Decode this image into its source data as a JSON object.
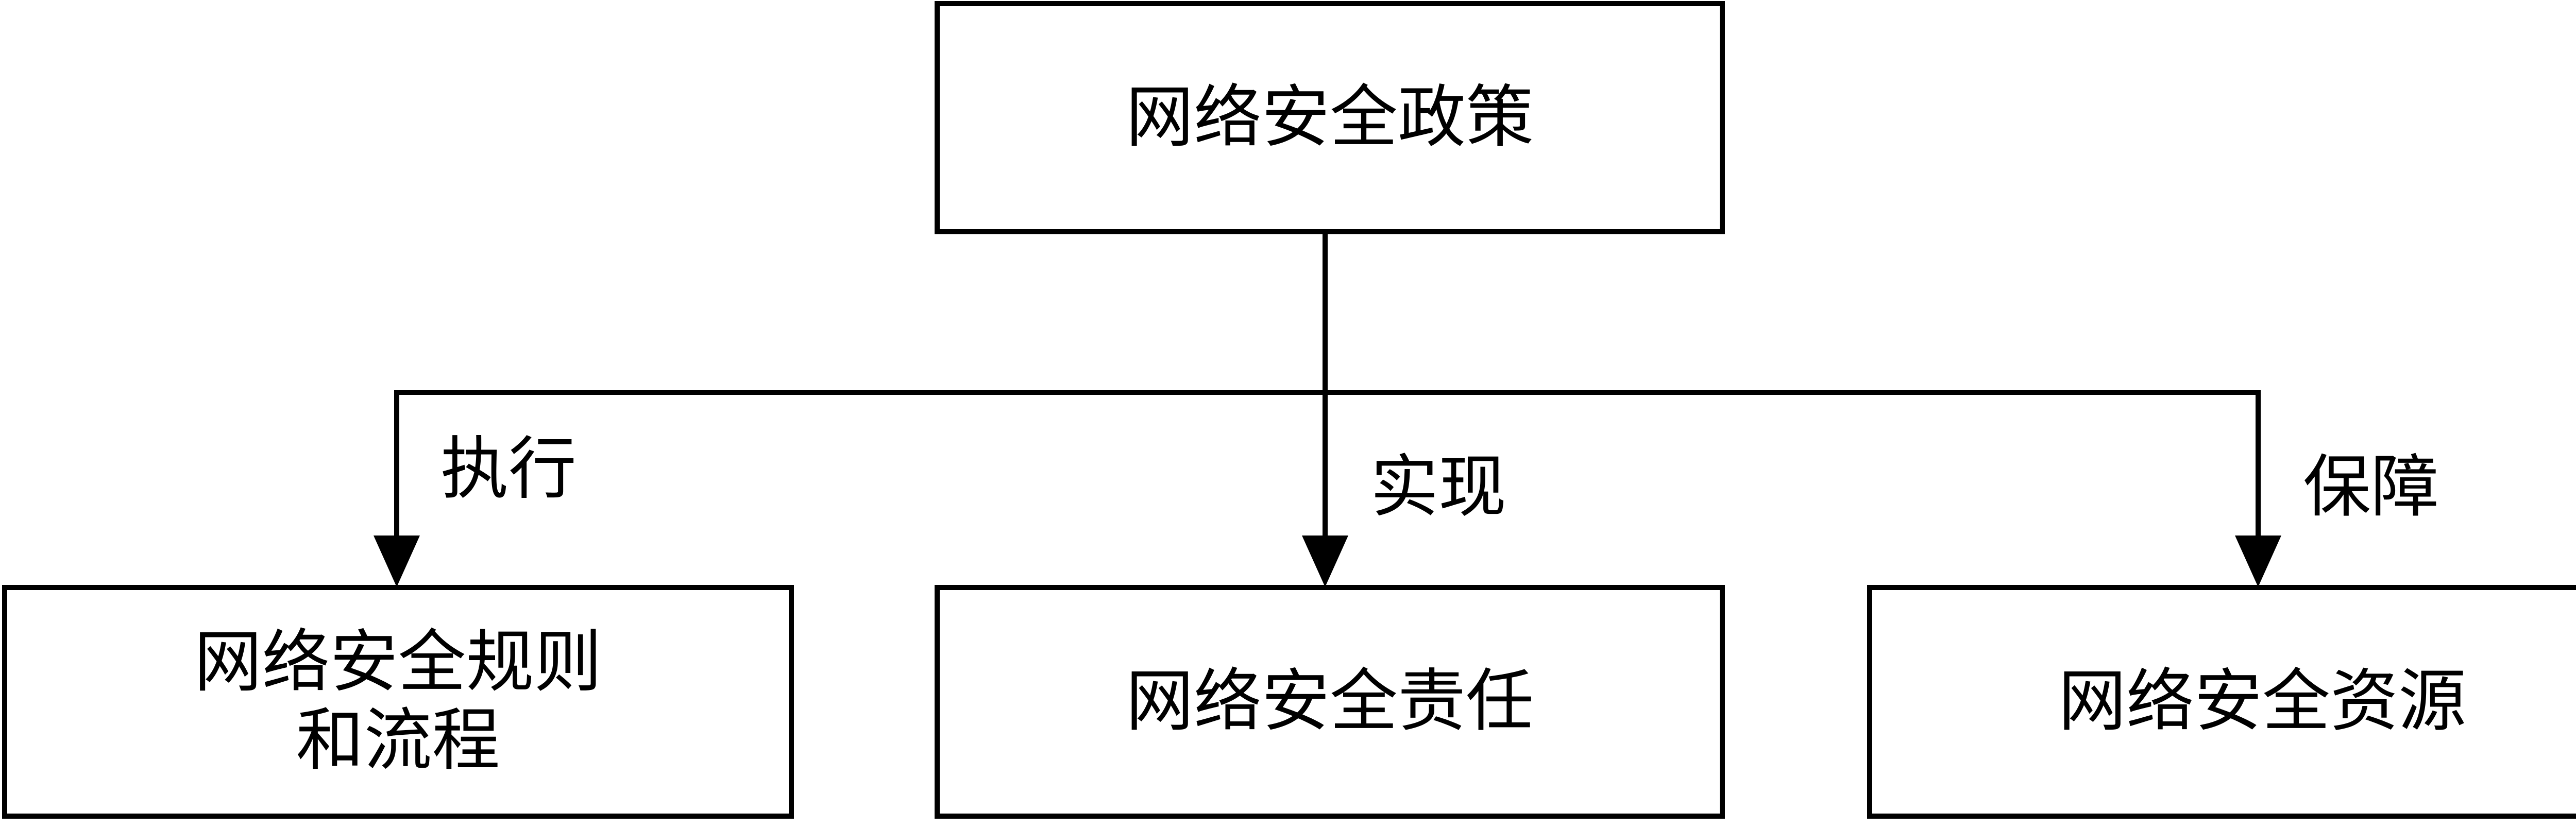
{
  "diagram": {
    "root": {
      "label": "网络安全政策"
    },
    "children": [
      {
        "label_lines": [
          "网络安全规则",
          "和流程"
        ],
        "edge_label": "执行"
      },
      {
        "label_lines": [
          "网络安全责任"
        ],
        "edge_label": "实现"
      },
      {
        "label_lines": [
          "网络安全资源"
        ],
        "edge_label": "保障"
      }
    ],
    "colors": {
      "stroke": "#000000",
      "background": "#ffffff",
      "text": "#000000"
    }
  }
}
